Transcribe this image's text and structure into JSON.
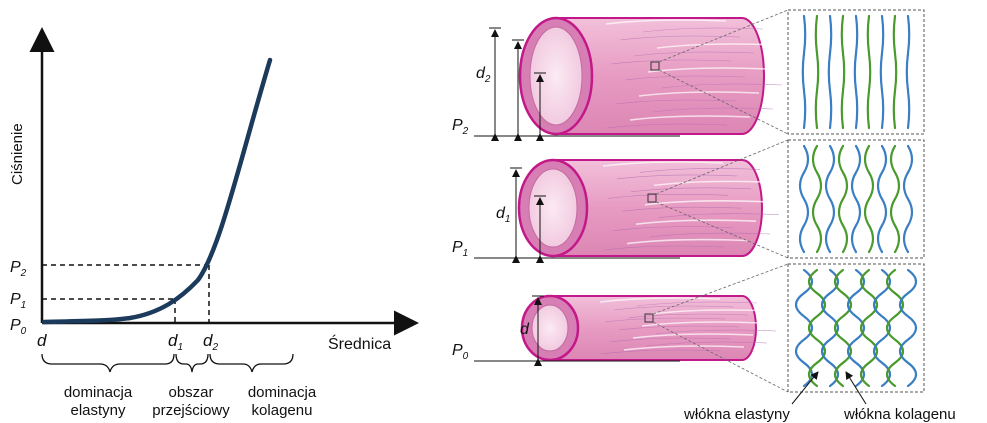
{
  "graph": {
    "y_axis_label": "Ciśnienie",
    "x_axis_label": "Średnica",
    "pressure_labels": [
      {
        "base": "P",
        "sub": "2"
      },
      {
        "base": "P",
        "sub": "1"
      },
      {
        "base": "P",
        "sub": "0"
      }
    ],
    "diameter_labels": [
      {
        "base": "d",
        "sub": ""
      },
      {
        "base": "d",
        "sub": "1"
      },
      {
        "base": "d",
        "sub": "2"
      }
    ],
    "regions": [
      {
        "line1": "dominacja",
        "line2": "elastyny"
      },
      {
        "line1": "obszar",
        "line2": "przejściowy"
      },
      {
        "line1": "dominacja",
        "line2": "kolagenu"
      }
    ],
    "curve_color": "#1b3a5c"
  },
  "vessels": {
    "levels": [
      {
        "pressure": {
          "base": "P",
          "sub": "2"
        },
        "diameter": {
          "base": "d",
          "sub": "2"
        }
      },
      {
        "pressure": {
          "base": "P",
          "sub": "1"
        },
        "diameter": {
          "base": "d",
          "sub": "1"
        }
      },
      {
        "pressure": {
          "base": "P",
          "sub": "0"
        },
        "diameter": {
          "base": "d",
          "sub": ""
        }
      }
    ],
    "tissue_color": "#e8a0c4",
    "rim_color": "#c2188a"
  },
  "fibers": {
    "elastin_label": "włókna elastyny",
    "collagen_label": "włókna kolagenu",
    "elastin_color": "#3a7fc4",
    "collagen_color": "#4a9a2e"
  }
}
